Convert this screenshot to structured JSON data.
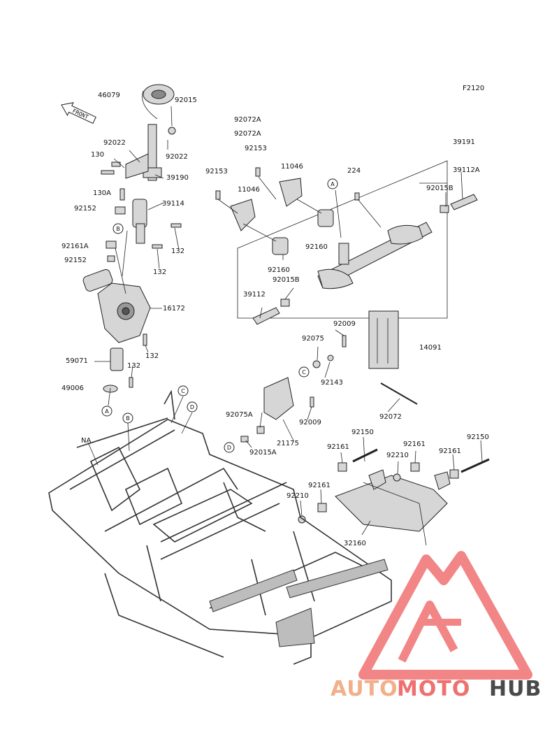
{
  "diagram_id": "F2120",
  "front_label": "FRONT",
  "part_labels": [
    {
      "id": "p46079",
      "text": "46079"
    },
    {
      "id": "p92015a",
      "text": "92015"
    },
    {
      "id": "p92072a1",
      "text": "92072A"
    },
    {
      "id": "p92072a2",
      "text": "92072A"
    },
    {
      "id": "p92022a",
      "text": "92022"
    },
    {
      "id": "p130",
      "text": "130"
    },
    {
      "id": "p92022b",
      "text": "92022"
    },
    {
      "id": "p39190",
      "text": "39190"
    },
    {
      "id": "p130A",
      "text": "130A"
    },
    {
      "id": "p92152a",
      "text": "92152"
    },
    {
      "id": "p39114",
      "text": "39114"
    },
    {
      "id": "p92161A",
      "text": "92161A"
    },
    {
      "id": "p132a",
      "text": "132"
    },
    {
      "id": "p92152b",
      "text": "92152"
    },
    {
      "id": "p132b",
      "text": "132"
    },
    {
      "id": "p16172",
      "text": "16172"
    },
    {
      "id": "p132c",
      "text": "132"
    },
    {
      "id": "p59071",
      "text": "59071"
    },
    {
      "id": "p132d",
      "text": "132"
    },
    {
      "id": "p49006",
      "text": "49006"
    },
    {
      "id": "p92153a",
      "text": "92153"
    },
    {
      "id": "p11046a",
      "text": "11046"
    },
    {
      "id": "p92153b",
      "text": "92153"
    },
    {
      "id": "p11046b",
      "text": "11046"
    },
    {
      "id": "p224",
      "text": "224"
    },
    {
      "id": "p39191",
      "text": "39191"
    },
    {
      "id": "p39112A",
      "text": "39112A"
    },
    {
      "id": "p92015B1",
      "text": "92015B"
    },
    {
      "id": "p92160a",
      "text": "92160"
    },
    {
      "id": "p92160b",
      "text": "92160"
    },
    {
      "id": "p92015B2",
      "text": "92015B"
    },
    {
      "id": "p39112",
      "text": "39112"
    },
    {
      "id": "p92009a",
      "text": "92009"
    },
    {
      "id": "p92075",
      "text": "92075"
    },
    {
      "id": "p14091",
      "text": "14091"
    },
    {
      "id": "p92143",
      "text": "92143"
    },
    {
      "id": "p92075A",
      "text": "92075A"
    },
    {
      "id": "p92009b",
      "text": "92009"
    },
    {
      "id": "p92072",
      "text": "92072"
    },
    {
      "id": "p92150a",
      "text": "92150"
    },
    {
      "id": "p92150b",
      "text": "92150"
    },
    {
      "id": "p21175",
      "text": "21175"
    },
    {
      "id": "p92015A",
      "text": "92015A"
    },
    {
      "id": "p92161a",
      "text": "92161"
    },
    {
      "id": "p92161b",
      "text": "92161"
    },
    {
      "id": "p92161c",
      "text": "92161"
    },
    {
      "id": "p92210a",
      "text": "92210"
    },
    {
      "id": "p92161d",
      "text": "92161"
    },
    {
      "id": "p92210b",
      "text": "92210"
    },
    {
      "id": "p32160",
      "text": "32160"
    },
    {
      "id": "pNA",
      "text": "NA"
    }
  ],
  "reference_markers": [
    {
      "id": "A1",
      "text": "A"
    },
    {
      "id": "A2",
      "text": "A"
    },
    {
      "id": "B1",
      "text": "B"
    },
    {
      "id": "B2",
      "text": "B"
    },
    {
      "id": "C1",
      "text": "C"
    },
    {
      "id": "C2",
      "text": "C"
    },
    {
      "id": "D1",
      "text": "D"
    },
    {
      "id": "D2",
      "text": "D"
    }
  ],
  "watermark": {
    "part1": "AUTO",
    "part2": "MOTO",
    "part3": "HUB",
    "colors": {
      "auto": "#f2b08a",
      "moto": "#f07070",
      "hub": "#4a4a4a",
      "triangle": "#f07070"
    }
  }
}
